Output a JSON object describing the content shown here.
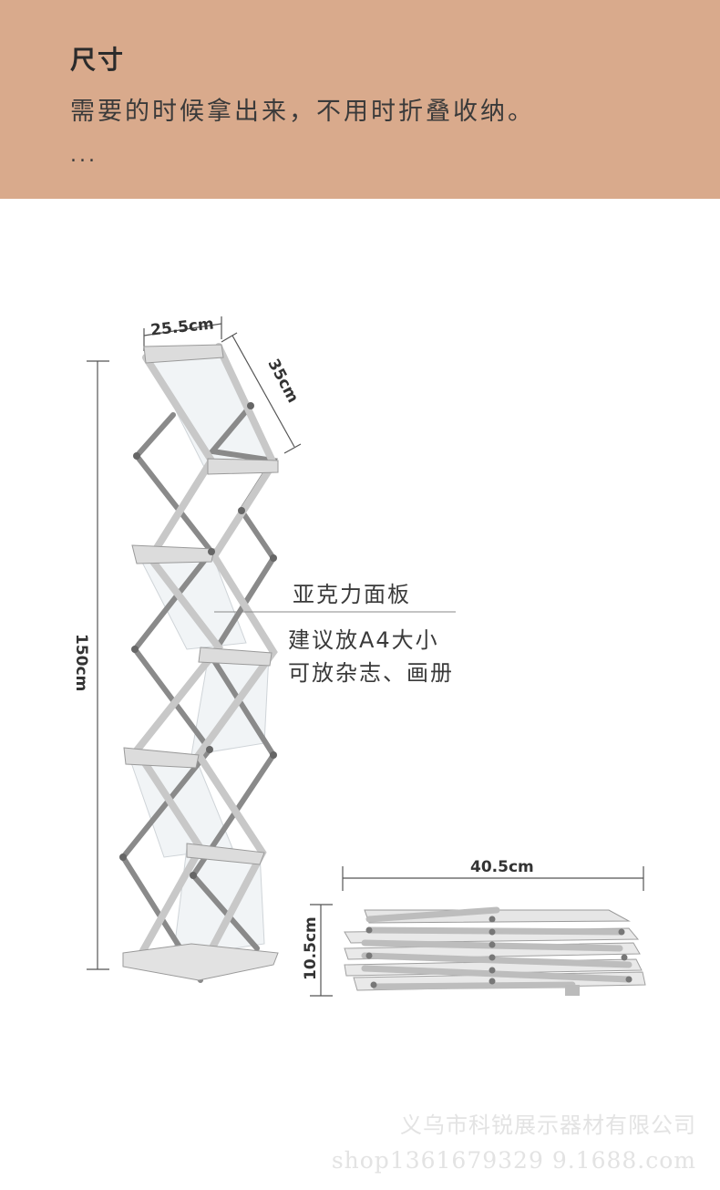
{
  "header": {
    "title": "尺寸",
    "subtitle": "需要的时候拿出来，不用时折叠收纳。",
    "ellipsis": "..."
  },
  "dimensions": {
    "width": "25.5cm",
    "depth": "35cm",
    "height": "150cm",
    "folded_width": "40.5cm",
    "folded_height": "10.5cm"
  },
  "callouts": {
    "panel": "亚克力面板",
    "line1": "建议放A4大小",
    "line2": "可放杂志、画册"
  },
  "watermark": {
    "company": "义乌市科锐展示器材有限公司",
    "url": "shop1361679329 9.1688.com"
  },
  "colors": {
    "banner": "#d9aa8c",
    "frame": "#b9b9b9",
    "rod": "#8a8a8a"
  }
}
